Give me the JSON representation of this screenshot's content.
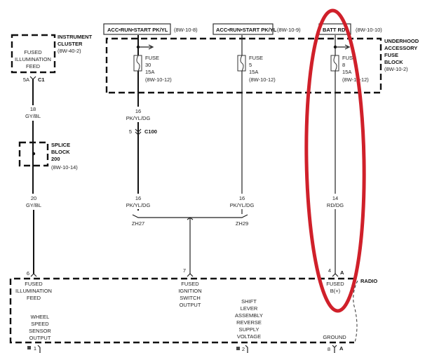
{
  "components": {
    "instrument_cluster": {
      "name_lines": [
        "INSTRUMENT",
        "CLUSTER"
      ],
      "ref": "(8W-40-2)",
      "pin_lines": [
        "FUSED",
        "ILLUMINATION",
        "FEED"
      ],
      "connector_pin": "5A",
      "connector": "C1"
    },
    "splice_block": {
      "name_lines": [
        "SPLICE",
        "BLOCK",
        "200"
      ],
      "ref": "(8W-10-14)"
    },
    "underhood_fuse_block": {
      "name_lines": [
        "UNDERHOOD",
        "ACCESSORY",
        "FUSE",
        "BLOCK"
      ],
      "ref": "(8W-10-2)"
    },
    "radio": {
      "name": "RADIO"
    }
  },
  "sources": [
    {
      "label": "ACC•RUN•START PK/YL",
      "ref": "(8W-10-8)"
    },
    {
      "label": "ACC•RUN•START PK/YL",
      "ref": "(8W-10-9)"
    },
    {
      "label": "BATT RD",
      "ref": "(8W-10-10)"
    }
  ],
  "fuses": [
    {
      "label": "FUSE",
      "number": "30",
      "rating": "15A",
      "ref": "(8W-10-12)"
    },
    {
      "label": "FUSE",
      "number": "5",
      "rating": "15A",
      "ref": "(8W-10-12)"
    },
    {
      "label": "FUSE",
      "number": "8",
      "rating": "15A",
      "ref": "(8W-10-12)"
    }
  ],
  "wires": {
    "w1": {
      "gauge": "18",
      "color": "GY/BL"
    },
    "w2": {
      "gauge": "20",
      "color": "GY/BL"
    },
    "w3": {
      "gauge": "16",
      "color": "PK/YL/DG"
    },
    "w4": {
      "gauge": "16",
      "color": "PK/YL/DG"
    },
    "w5": {
      "gauge": "16",
      "color": "PK/YL/DG"
    },
    "w6": {
      "gauge": "14",
      "color": "RD/DG"
    }
  },
  "connector_c100": {
    "pin": "5",
    "name": "C100"
  },
  "splices": [
    "ZH27",
    "ZH29"
  ],
  "radio_pins": {
    "p6": "6",
    "p7": "7",
    "p4": "4",
    "p4_conn": "A",
    "p1": "1",
    "p2": "2",
    "p8": "8",
    "p8_conn": "A",
    "fused_illum": [
      "FUSED",
      "ILLUMINATION",
      "FEED"
    ],
    "fused_ign": [
      "FUSED",
      "IGNITION",
      "SWITCH",
      "OUTPUT"
    ],
    "fused_b": [
      "FUSED",
      "B(+)"
    ],
    "wheel_speed": [
      "WHEEL",
      "SPEED",
      "SENSOR",
      "OUTPUT"
    ],
    "shift_lever": [
      "SHIFT",
      "LEVER",
      "ASSEMBLY",
      "REVERSE",
      "SUPPLY",
      "VOLTAGE"
    ],
    "ground": "GROUND"
  },
  "colors": {
    "annotation": "#d0202a",
    "line": "#111111"
  }
}
